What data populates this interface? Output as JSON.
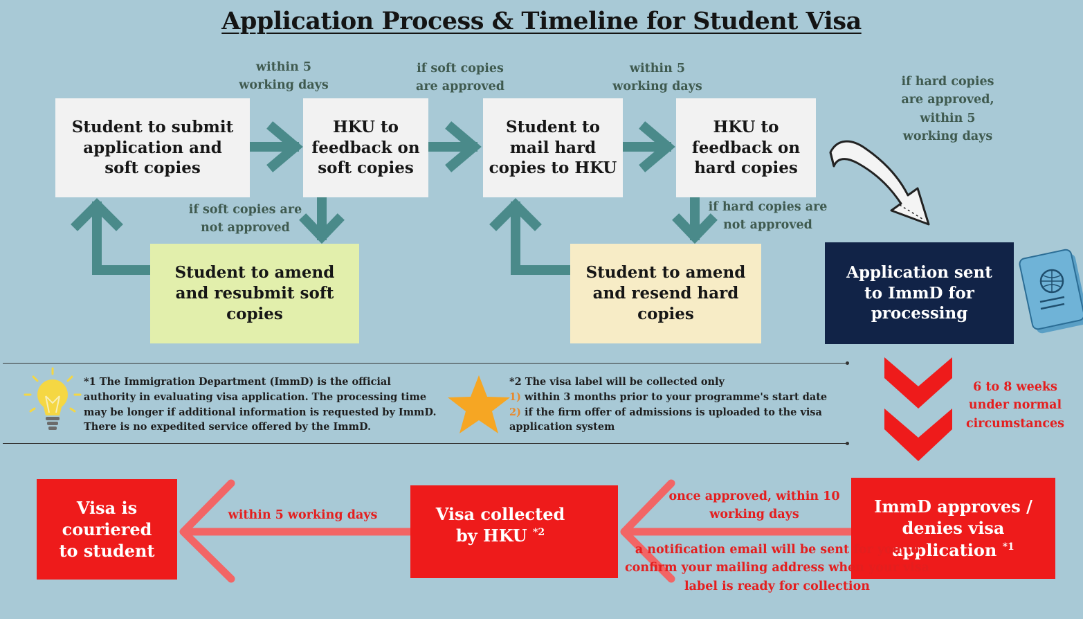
{
  "title": "Application Process & Timeline for Student Visa",
  "steps": {
    "submit": "Student to submit application and soft copies",
    "feedback_soft": "HKU to feedback on soft copies",
    "resubmit_soft": "Student to amend and resubmit soft copies",
    "mail_hard": "Student to mail hard copies to HKU",
    "feedback_hard": "HKU to feedback on hard copies",
    "resend_hard": "Student to amend and resend hard copies",
    "sent_immd": "Application sent to ImmD for processing",
    "immd_decision": "ImmD approves / denies visa application",
    "immd_decision_ref": "*1",
    "collected": "Visa collected by HKU",
    "collected_ref": "*2",
    "couriered": "Visa is couriered to student"
  },
  "labels": {
    "within5_a": "within 5 working days",
    "soft_approved": "if soft copies are approved",
    "within5_b": "within 5 working days",
    "hard_approved": "if hard copies are approved, within 5 working days",
    "soft_not_approved": "if soft copies are not approved",
    "hard_not_approved": "if hard copies are not approved",
    "weeks": "6 to 8 weeks under normal circumstances",
    "once_approved": "once approved, within 10 working days",
    "notification": "a notification email will be sent for you to confirm your mailing address when your visa label is ready for collection",
    "within5_c": "within 5 working days"
  },
  "notes": {
    "note1": "*1 The Immigration Department (ImmD) is the official authority in evaluating visa application. The processing time may be longer if additional information is requested by ImmD. There is no expedited service offered by the ImmD.",
    "note2_head": "*2 The visa label will be collected only",
    "note2_item1_num": "1)",
    "note2_item1": "within 3 months prior to your programme's start date",
    "note2_item2_num": "2)",
    "note2_item2": "if the firm offer of admissions is uploaded to the visa application system"
  },
  "icons": {
    "bulb": "lightbulb-icon",
    "star": "star-icon",
    "passport": "passport-icon"
  },
  "colors": {
    "background": "#a8c9d6",
    "teal_arrow": "#4a8a8a",
    "red": "#ee1b1b",
    "navy": "#112347",
    "green_box": "#e2efac",
    "cream_box": "#f7ecc6",
    "star": "#f6a623",
    "bulb": "#f5d743"
  }
}
